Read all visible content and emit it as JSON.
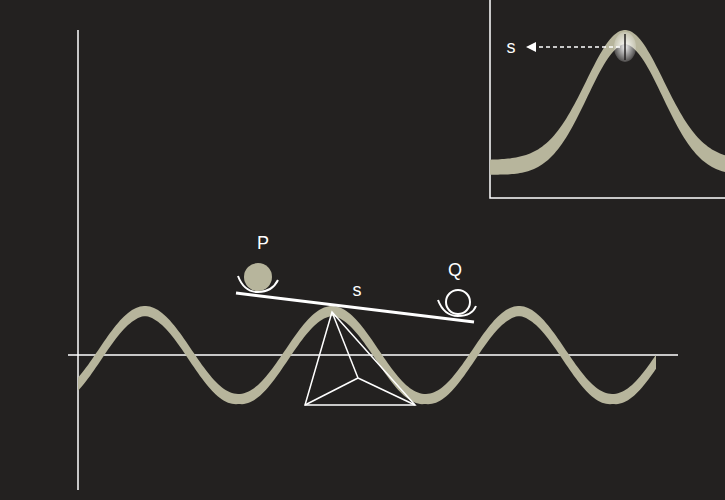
{
  "diagram": {
    "labels": [
      "P",
      "Q",
      "s",
      "s"
    ]
  }
}
